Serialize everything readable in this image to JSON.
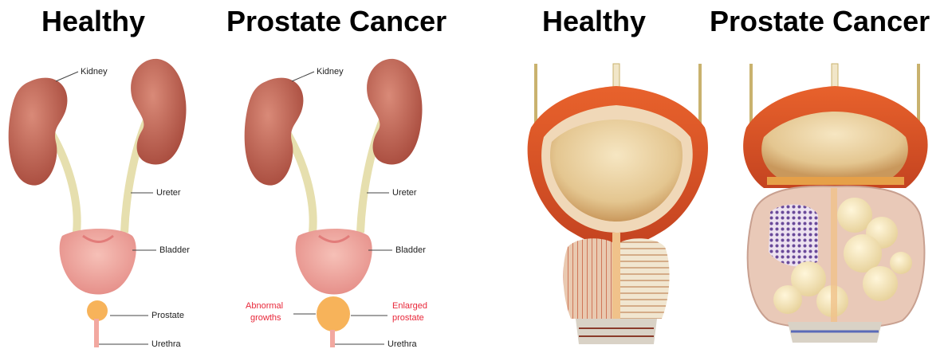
{
  "titles": {
    "t1": "Healthy",
    "t2": "Prostate Cancer",
    "t3": "Healthy",
    "t4": "Prostate Cancer"
  },
  "diagram_labels": {
    "kidney": "Kidney",
    "ureter": "Ureter",
    "bladder": "Bladder",
    "prostate": "Prostate",
    "urethra": "Urethra",
    "abnormal_1": "Abnormal",
    "abnormal_2": "growths",
    "enlarged_1": "Enlarged",
    "enlarged_2": "prostate"
  },
  "colors": {
    "kidney": "#b85a4a",
    "ureter": "#e6dfae",
    "bladder": "#f2a8a0",
    "prostate": "#f7b35a",
    "highlight_text": "#e8283a",
    "bladder_wall": "#e05a2a",
    "bladder_inner": "#e9cf98"
  }
}
